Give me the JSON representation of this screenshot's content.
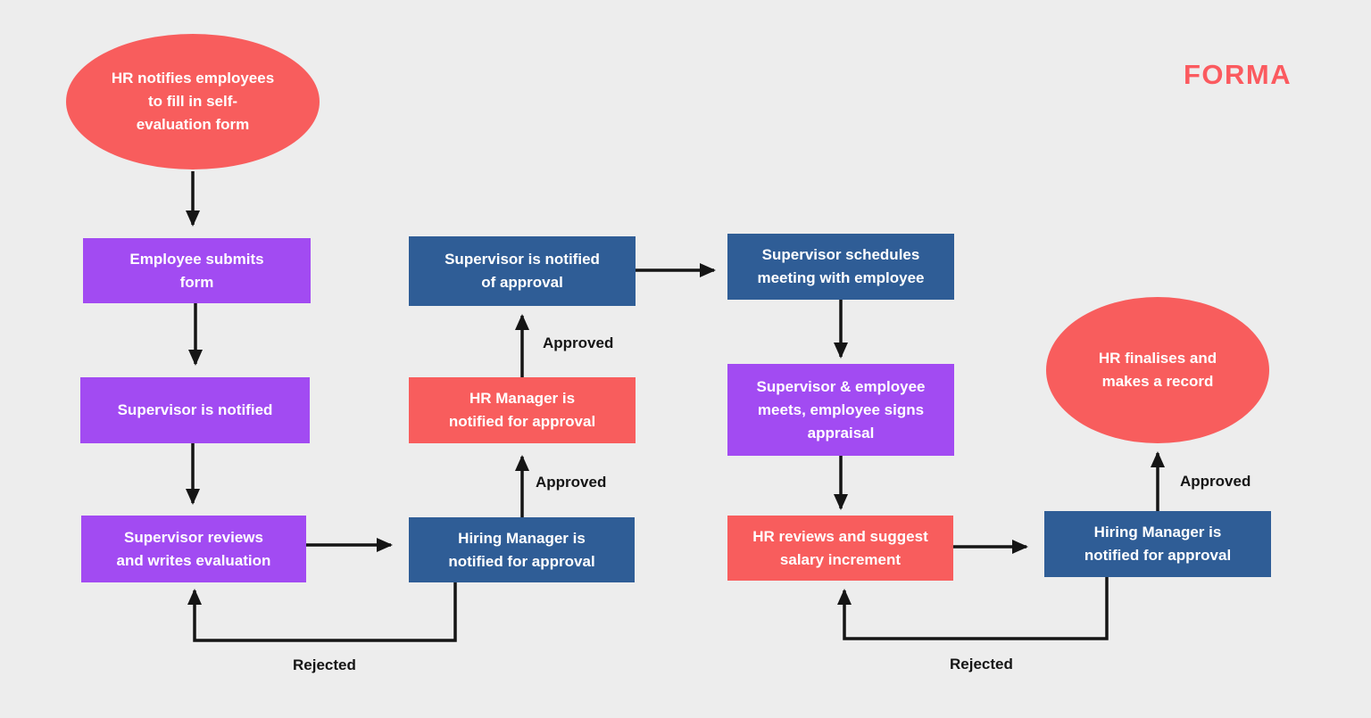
{
  "colors": {
    "bg": "#EDEDED",
    "coral": "#F85D5D",
    "purple": "#A24BF2",
    "blue": "#2F5D96",
    "ink": "#151515",
    "text-light": "#FFFFFF",
    "logo": "#FB5A5F"
  },
  "logo": {
    "text": "FORMA"
  },
  "nodes": {
    "start": {
      "label": "HR notifies employees\nto fill in self-\nevaluation form",
      "shape": "ellipse",
      "color": "#F85D5D"
    },
    "employee_submits": {
      "label": "Employee submits\nform",
      "shape": "rect",
      "color": "#A24BF2"
    },
    "supervisor_notified": {
      "label": "Supervisor is notified",
      "shape": "rect",
      "color": "#A24BF2"
    },
    "supervisor_reviews": {
      "label": "Supervisor reviews\nand writes evaluation",
      "shape": "rect",
      "color": "#A24BF2"
    },
    "supervisor_notified_approval": {
      "label": "Supervisor is notified\nof approval",
      "shape": "rect",
      "color": "#2F5D96"
    },
    "hr_manager_approval": {
      "label": "HR Manager is\nnotified for approval",
      "shape": "rect",
      "color": "#F85D5D"
    },
    "hiring_manager_left": {
      "label": "Hiring Manager is\nnotified for approval",
      "shape": "rect",
      "color": "#2F5D96"
    },
    "supervisor_schedules": {
      "label": "Supervisor schedules\nmeeting with employee",
      "shape": "rect",
      "color": "#2F5D96"
    },
    "supervisor_employee_meets": {
      "label": "Supervisor & employee\nmeets, employee signs\nappraisal",
      "shape": "rect",
      "color": "#A24BF2"
    },
    "hr_reviews": {
      "label": "HR reviews and suggest\nsalary increment",
      "shape": "rect",
      "color": "#F85D5D"
    },
    "hiring_manager_right": {
      "label": "Hiring Manager is\nnotified for approval",
      "shape": "rect",
      "color": "#2F5D96"
    },
    "end": {
      "label": "HR finalises and\nmakes a record",
      "shape": "ellipse",
      "color": "#F85D5D"
    }
  },
  "edge_labels": {
    "approved_1": "Approved",
    "approved_2": "Approved",
    "approved_3": "Approved",
    "rejected_left": "Rejected",
    "rejected_right": "Rejected"
  }
}
